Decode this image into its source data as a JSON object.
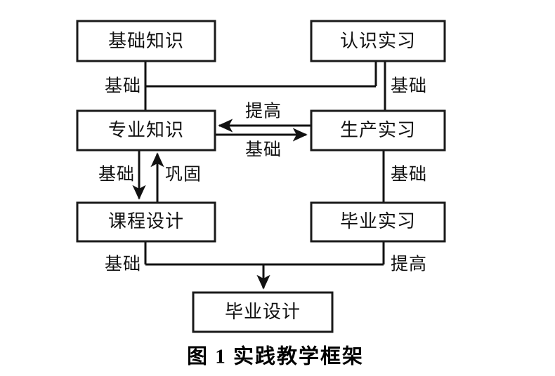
{
  "figure": {
    "caption": "图 1  实践教学框架",
    "background_color": "#ffffff",
    "line_color": "#111111",
    "text_color": "#111111"
  },
  "nodes": [
    {
      "id": "basic-knowledge",
      "label": "基础知识"
    },
    {
      "id": "cognitive-internship",
      "label": "认识实习"
    },
    {
      "id": "professional-knowledge",
      "label": "专业知识"
    },
    {
      "id": "production-internship",
      "label": "生产实习"
    },
    {
      "id": "course-design",
      "label": "课程设计"
    },
    {
      "id": "graduation-internship",
      "label": "毕业实习"
    },
    {
      "id": "graduation-design",
      "label": "毕业设计"
    }
  ],
  "edge_labels": {
    "basic_knowledge_to_production": "基础",
    "cognitive_to_production": "基础",
    "production_to_professional": "提高",
    "professional_to_production": "基础",
    "professional_to_course": "基础",
    "course_to_professional": "巩固",
    "production_to_graduation_internship": "基础",
    "course_to_graduation_design": "基础",
    "graduation_internship_to_design": "提高"
  }
}
